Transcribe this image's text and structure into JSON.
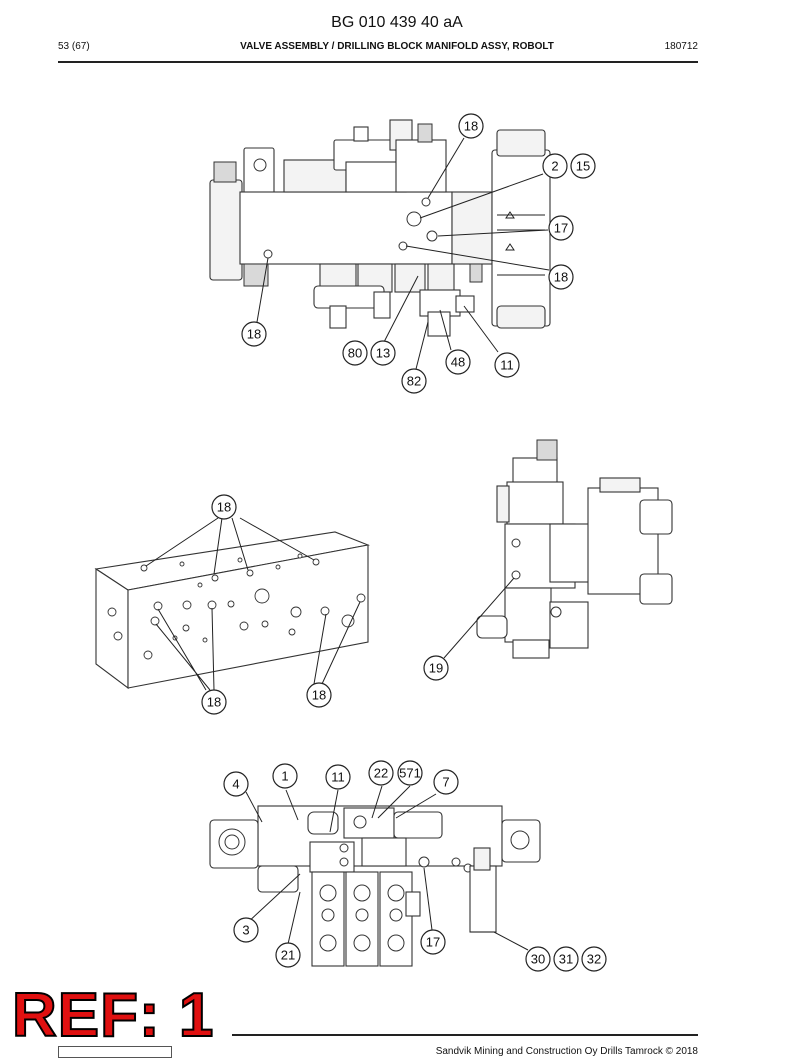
{
  "header": {
    "doc_number": "BG 010 439 40 aA",
    "page": "53 (67)",
    "title": "VALVE ASSEMBLY / DRILLING BLOCK MANIFOLD ASSY, ROBOLT",
    "date_code": "180712"
  },
  "views": {
    "top": {
      "callouts": [
        "18",
        "2",
        "15",
        "17",
        "18",
        "18",
        "80",
        "13",
        "82",
        "48",
        "11"
      ]
    },
    "middle_left": {
      "callouts": [
        "18",
        "18",
        "18"
      ]
    },
    "middle_right": {
      "callouts": [
        "19"
      ]
    },
    "bottom": {
      "callouts": [
        "4",
        "1",
        "11",
        "22",
        "571",
        "7",
        "3",
        "21",
        "17",
        "30",
        "31",
        "32"
      ]
    }
  },
  "stamp": {
    "text": "REF: 1",
    "color": "#e01010"
  },
  "footer": {
    "copyright": "Sandvik Mining and Construction Oy Drills Tamrock © 2018"
  }
}
